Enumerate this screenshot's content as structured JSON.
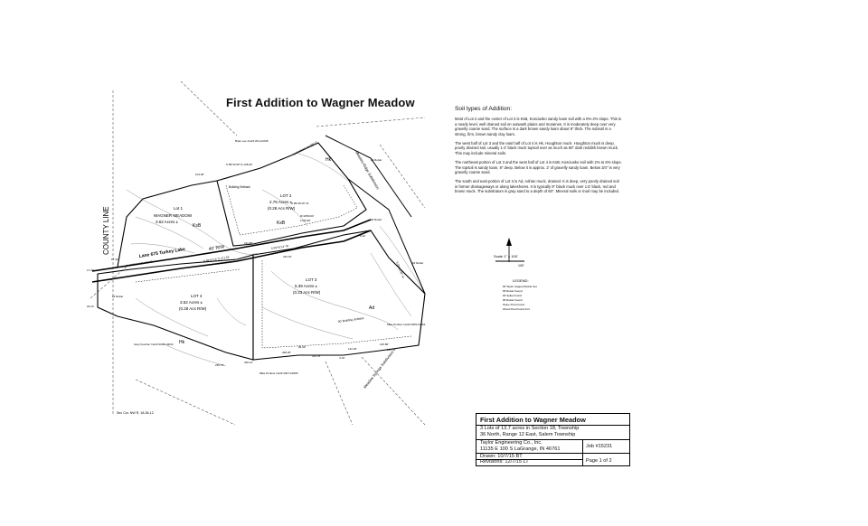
{
  "plat": {
    "title": "First Addition to Wagner Meadow",
    "road_label": "Lane 675 Turkey Lake",
    "row_label": "40' R/W",
    "county_line": "COUNTY LINE",
    "lot1": {
      "name": "Lot 1",
      "owner": "WAGNER MEADOW",
      "area": "3.62 Acres ±"
    },
    "lot2": {
      "name": "LOT 2",
      "area": "2.76 Acres ±",
      "row": "(0.28 Acs R/W)"
    },
    "lot3": {
      "name": "LOT 3",
      "area": "5.39 Acres ±",
      "row": "(0.23 Acs R/W)"
    },
    "lot4": {
      "name": "LOT 4",
      "area": "3.52 Acres ±",
      "row": "(0.28 Acs R/W)"
    },
    "soil_codes": [
      "KsB",
      "Hk",
      "KsB",
      "Ad",
      "Hk"
    ],
    "building_setback": "Building Setback",
    "building_setback_2": "30' Building Setback",
    "owner_notes": [
      "Brian Lee Instr# 201-10238",
      "Mike Perkins Instr# 2009-10004",
      "Gary Koscher Instr# 2004-10034",
      "Mike Perkins Instr# 2007-10095"
    ],
    "measure_labels": [
      "17.00'",
      "24.24'",
      "17.41'",
      "89.39'",
      "211.88'",
      "310.61'",
      "328.25'",
      "235.75'",
      "125.86'",
      "323.78'",
      "336.14'",
      "105.43'",
      "122.20'",
      "104.96'",
      "4.16'",
      "6.42'"
    ],
    "bearing_labels": [
      "N 89°51'14\" E 473.76'",
      "N 89°57'14\" E 471.33'",
      "S 89°51'14\" W",
      "S 89°32'30\" E 138.00'",
      "N 02°20'34\" W 398.27'",
      "S 89°49'16\" W",
      "S 00°43'38\" W"
    ],
    "rebar_notes": [
      "#4 Rebar",
      "#4 Rebar",
      "#4 Rebar",
      "#4 Rebar"
    ],
    "curve_labels": [
      "R=2050.00'",
      "L=65.90'"
    ],
    "corner_note": "Sec Cor. NW R, 18-36-12",
    "scale": "Scale 1\" = 100'",
    "scale_value": "100'",
    "legend_title": "LEGEND:",
    "legend_items": [
      "#5 Taylor Capped Rebar Set",
      "#5 Rebar Found",
      "#4 Spike Found",
      "#5 Rebar Found",
      "Stone Post Found",
      "Wood Post Found 4x4"
    ],
    "neighbor_labels": [
      "Meadow Ridge Subdivision",
      "Meadow Springs Subdivision"
    ]
  },
  "soil": {
    "heading": "Soil types of Addition:",
    "paragraphs": [
      "Most of Lot 2 and the center of Lot 3 is KsB, Kosciusko sandy loam soil with a 0%-2% slope. This is a nearly level, well drained soil on outwash plains and moraines. It is moderately deep over very gravelly coarse sand. The surface is a dark brown sandy loam about 8\" thick. The subsoil is a strong, firm, brown sandy clay loam.",
      "The west half of Lot 3 and the east half of Lot 4 is Hk, Houghton muck. Houghton muck is deep, poorly drained soil, usually 1-2' black muck topsoil over as much as 80\" dark reddish brown muck. This may include mineral soils.",
      "The northeast portion of Lot 3 and the west half of Lot 4 is KsB, Kosciusko soil with 2% to 6% slope. The topsoil is sandy loam, 8\" deep. Below it is approx. 2' of gravelly sandy loam. Below 3/4\" is very gravelly coarse sand.",
      "The south and east portion of Lot 3 is Ad, Adrian muck, drained. It is deep, very poorly drained soil in former drainageways or along lakeshores. It is typically 9\" black muck over 1.5' black, red and brown muck. The substratum is gray sand to a depth of 60\". Mineral soils or marl may be included."
    ]
  },
  "titleblock": {
    "title": "First Addition to Wagner Meadow",
    "desc1": "3 Lots of 13.7 acres in Section 18, Township",
    "desc2": "36 North, Range 12 East, Salem Township",
    "company": "Taylor Engineering Co., Inc.",
    "address": "11135 E 100 S LaGrange, IN 46761",
    "job": "Job #15231",
    "drawn": "Drawn: 10/7/15 BT",
    "revisions": "Revisions: 12/7/15 LT",
    "page": "Page 1 of 2"
  }
}
